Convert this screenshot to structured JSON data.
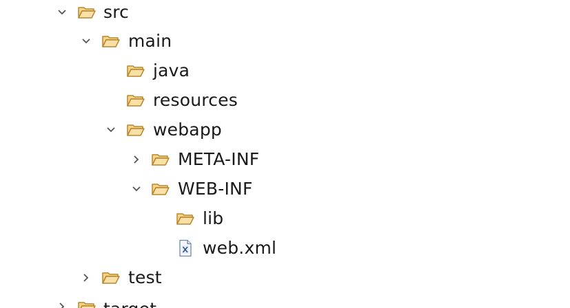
{
  "explorer": {
    "nodes": [
      {
        "label": "src",
        "icon": "folder-open-icon",
        "toggle": "expanded"
      },
      {
        "label": "main",
        "icon": "folder-open-icon",
        "toggle": "expanded"
      },
      {
        "label": "java",
        "icon": "folder-open-icon",
        "toggle": "none"
      },
      {
        "label": "resources",
        "icon": "folder-open-icon",
        "toggle": "none"
      },
      {
        "label": "webapp",
        "icon": "folder-open-icon",
        "toggle": "expanded"
      },
      {
        "label": "META-INF",
        "icon": "folder-open-icon",
        "toggle": "collapsed"
      },
      {
        "label": "WEB-INF",
        "icon": "folder-open-icon",
        "toggle": "expanded"
      },
      {
        "label": "lib",
        "icon": "folder-open-icon",
        "toggle": "none"
      },
      {
        "label": "web.xml",
        "icon": "xml-file-icon",
        "toggle": "none"
      },
      {
        "label": "test",
        "icon": "folder-open-icon",
        "toggle": "collapsed"
      },
      {
        "label": "target",
        "icon": "folder-open-icon",
        "toggle": "collapsed"
      }
    ]
  },
  "colors": {
    "folder_fill": "#f6d48a",
    "folder_stroke": "#b8862c",
    "chevron": "#555555",
    "text": "#1a1a1a"
  }
}
